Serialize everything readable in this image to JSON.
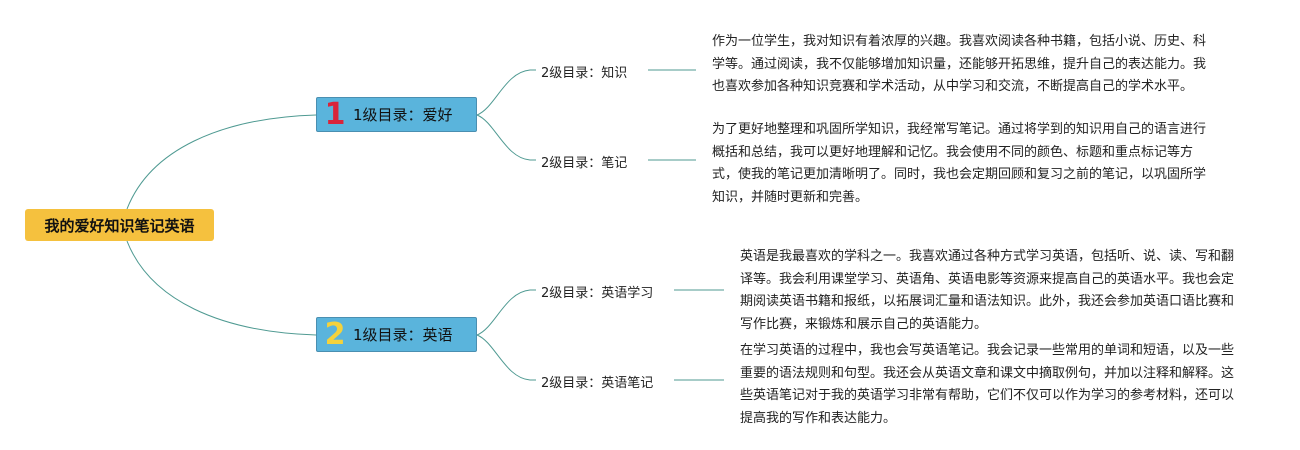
{
  "root": {
    "title": "我的爱好知识笔记英语"
  },
  "level1": [
    {
      "number": "1",
      "number_color": "#d9243a",
      "label": "1级目录：爱好",
      "children": [
        {
          "label": "2级目录：知识",
          "text": "作为一位学生，我对知识有着浓厚的兴趣。我喜欢阅读各种书籍，包括小说、历史、科学等。通过阅读，我不仅能够增加知识量，还能够开拓思维，提升自己的表达能力。我也喜欢参加各种知识竞赛和学术活动，从中学习和交流，不断提高自己的学术水平。"
        },
        {
          "label": "2级目录：笔记",
          "text": "为了更好地整理和巩固所学知识，我经常写笔记。通过将学到的知识用自己的语言进行概括和总结，我可以更好地理解和记忆。我会使用不同的颜色、标题和重点标记等方式，使我的笔记更加清晰明了。同时，我也会定期回顾和复习之前的笔记，以巩固所学知识，并随时更新和完善。"
        }
      ]
    },
    {
      "number": "2",
      "number_color": "#f4d23c",
      "label": "1级目录：英语",
      "children": [
        {
          "label": "2级目录：英语学习",
          "text": "英语是我最喜欢的学科之一。我喜欢通过各种方式学习英语，包括听、说、读、写和翻译等。我会利用课堂学习、英语角、英语电影等资源来提高自己的英语水平。我也会定期阅读英语书籍和报纸，以拓展词汇量和语法知识。此外，我还会参加英语口语比赛和写作比赛，来锻炼和展示自己的英语能力。"
        },
        {
          "label": "2级目录：英语笔记",
          "text": "在学习英语的过程中，我也会写英语笔记。我会记录一些常用的单词和短语，以及一些重要的语法规则和句型。我还会从英语文章和课文中摘取例句，并加以注释和解释。这些英语笔记对于我的英语学习非常有帮助，它们不仅可以作为学习的参考材料，还可以提高我的写作和表达能力。"
        }
      ]
    }
  ],
  "colors": {
    "root_bg": "#f5c13e",
    "level1_bg": "#5ab4dc",
    "connector": "#4f9a92"
  }
}
